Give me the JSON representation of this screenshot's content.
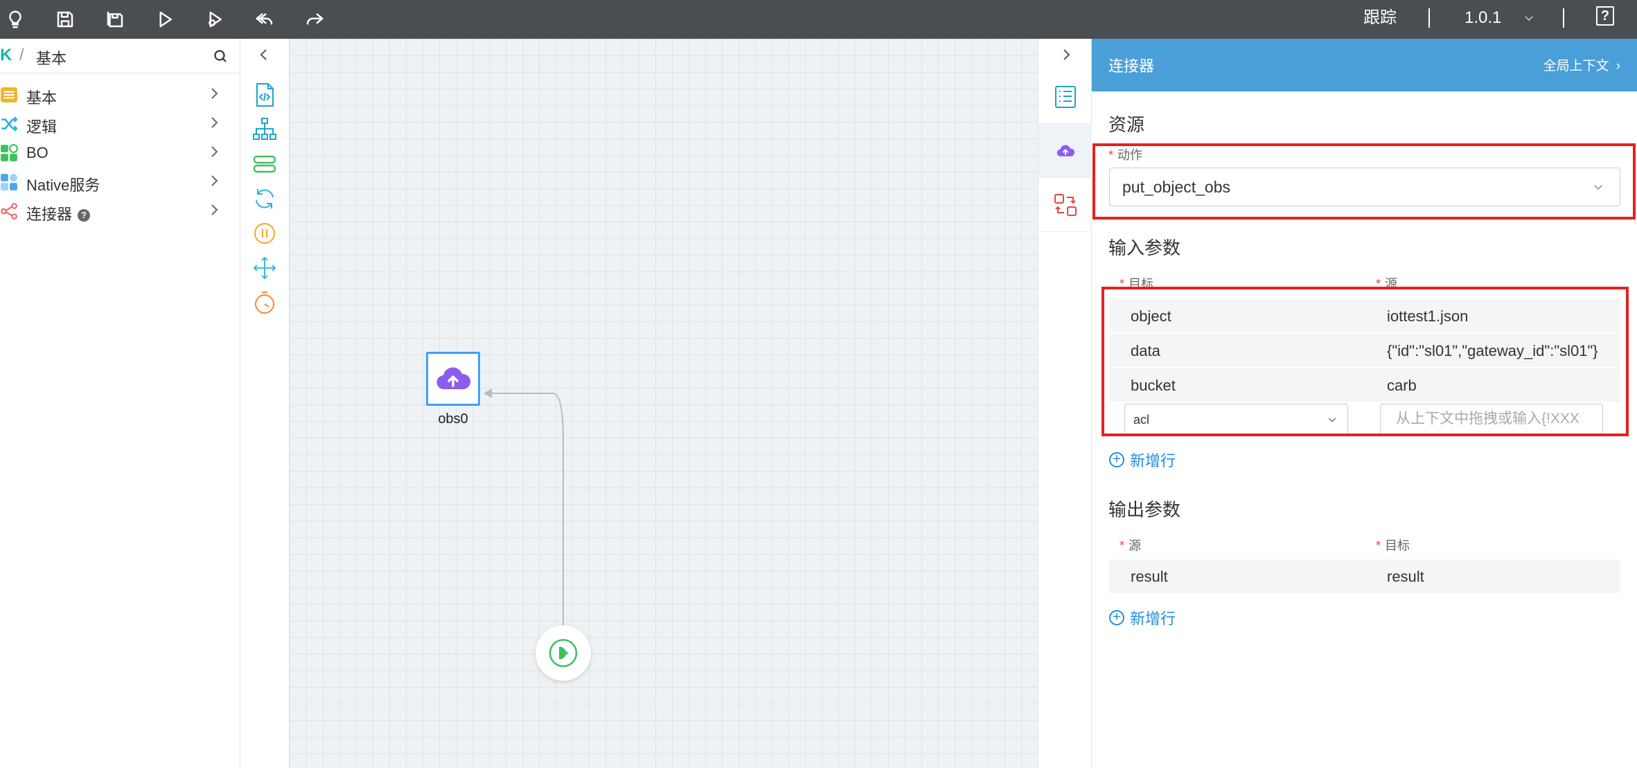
{
  "toolbar": {
    "icons": [
      "lightbulb-icon",
      "save-icon",
      "save-as-icon",
      "run-icon",
      "debug-icon",
      "undo-icon",
      "redo-icon"
    ],
    "trace_label": "跟踪",
    "version": "1.0.1",
    "help_label": "?"
  },
  "left_panel": {
    "breadcrumb": "基本",
    "items": [
      {
        "label": "基本",
        "icon": "list-icon",
        "color": "#f0b429"
      },
      {
        "label": "逻辑",
        "icon": "shuffle-icon",
        "color": "#2ab0e0"
      },
      {
        "label": "BO",
        "icon": "blocks-icon",
        "color": "#3cc15e"
      },
      {
        "label": "Native服务",
        "icon": "grid-icon",
        "color": "#4aa8f0"
      },
      {
        "label": "连接器",
        "icon": "share-icon",
        "color": "#f06a6a",
        "help": "?"
      }
    ]
  },
  "tools": [
    "script-icon",
    "hierarchy-icon",
    "database-icon",
    "loop-icon",
    "pause-icon",
    "move-icon",
    "timer-icon"
  ],
  "canvas": {
    "node_label": "obs0"
  },
  "right_strip": {
    "tabs": [
      "checklist-icon",
      "cloud-upload-icon",
      "swap-icon"
    ]
  },
  "props": {
    "title": "连接器",
    "context_link": "全局上下文",
    "resource_title": "资源",
    "action_label": "动作",
    "action_value": "put_object_obs",
    "input_title": "输入参数",
    "input_target_header": "目标",
    "input_source_header": "源",
    "input_rows": [
      {
        "key": "object",
        "value": "iottest1.json"
      },
      {
        "key": "data",
        "value": "{\"id\":\"sl01\",\"gateway_id\":\"sl01\"}"
      },
      {
        "key": "bucket",
        "value": "carb"
      }
    ],
    "new_row_select": "acl",
    "new_row_placeholder": "从上下文中拖拽或输入{!XXX",
    "add_row_label": "新增行",
    "output_title": "输出参数",
    "output_source_header": "源",
    "output_target_header": "目标",
    "output_rows": [
      {
        "key": "result",
        "value": "result"
      }
    ],
    "required_mark": "*"
  }
}
